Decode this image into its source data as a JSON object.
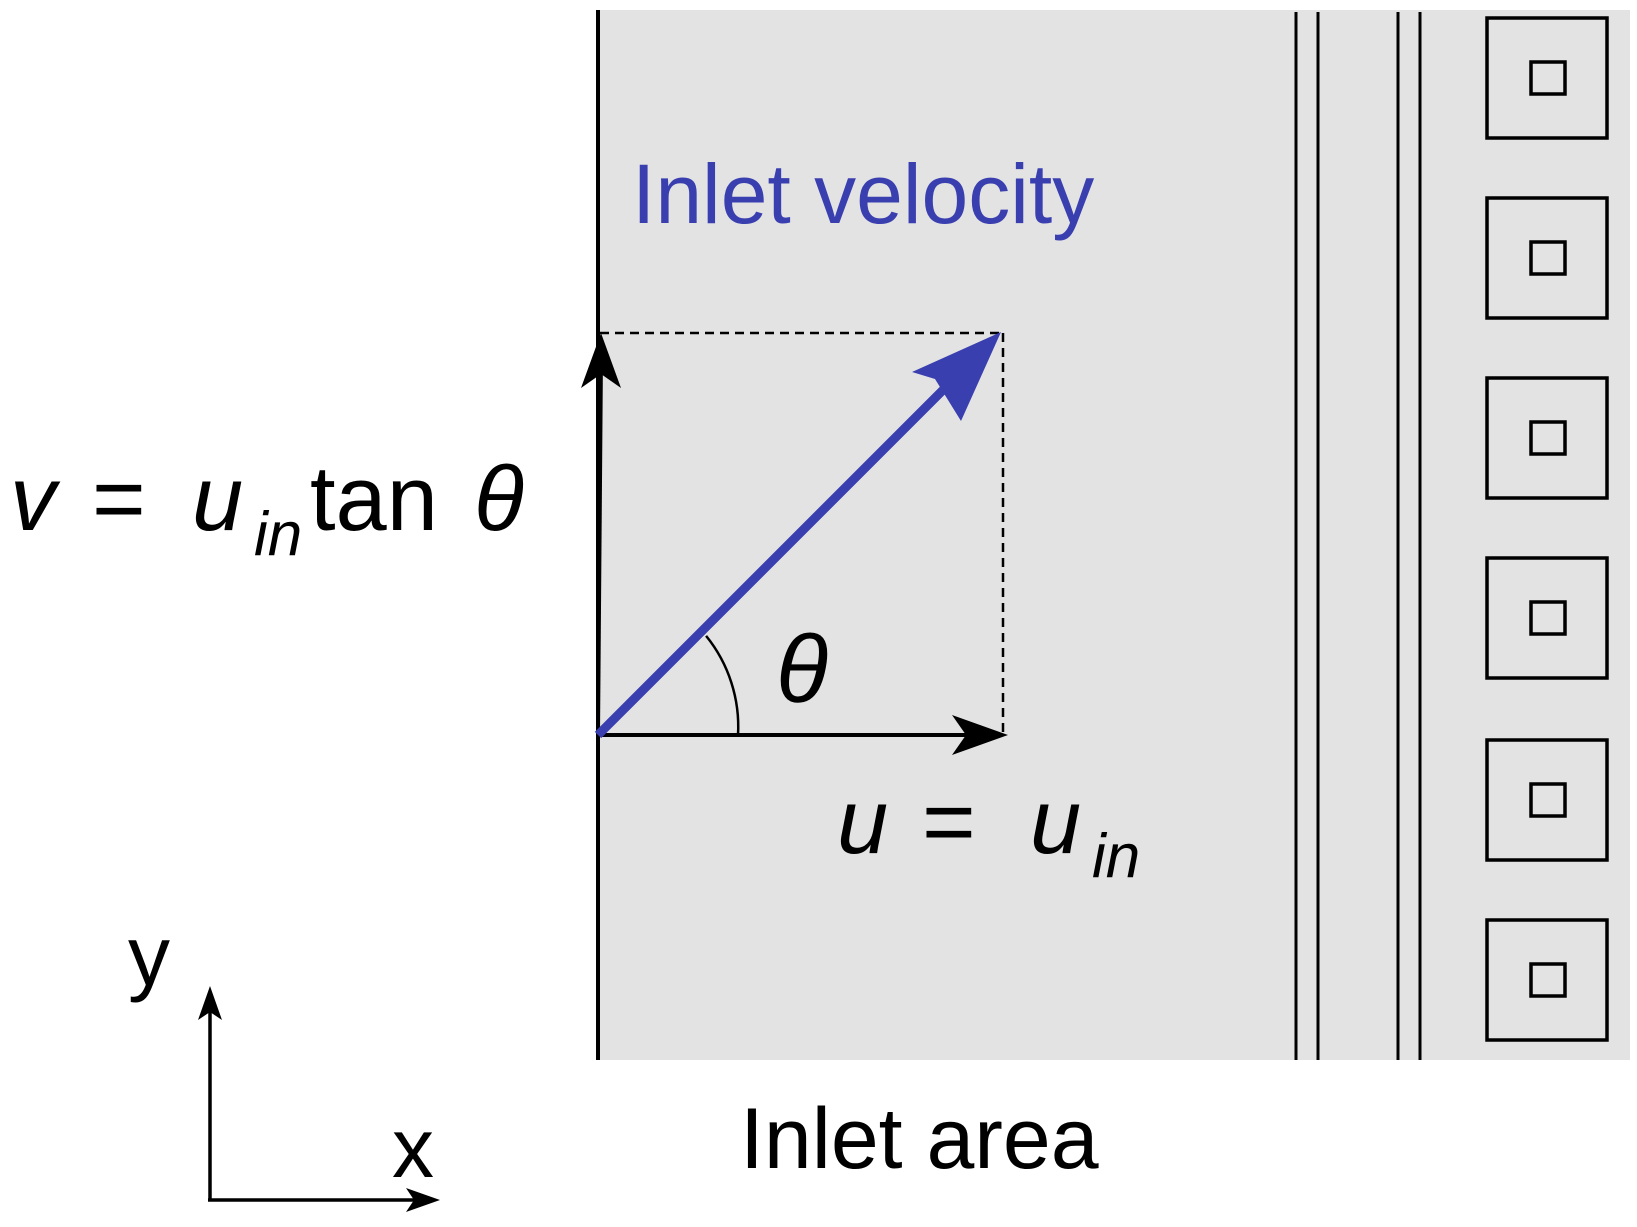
{
  "labels": {
    "inlet_velocity": "Inlet velocity",
    "angle_symbol": "θ",
    "v_lhs": "v",
    "equals": "=",
    "u_base": "u",
    "in_subscript": "in",
    "tan_text": "tan",
    "u_lhs": "u",
    "inlet_area": "Inlet area",
    "axis_x": "x",
    "axis_y": "y"
  },
  "colors": {
    "inlet_region_fill": "#e3e3e3",
    "velocity_vector": "#3a3fb0",
    "inlet_velocity_text": "#3a3fb0",
    "line": "#000000"
  },
  "structure": {
    "parallel_wall_lines": 4,
    "square_cells": 6
  }
}
